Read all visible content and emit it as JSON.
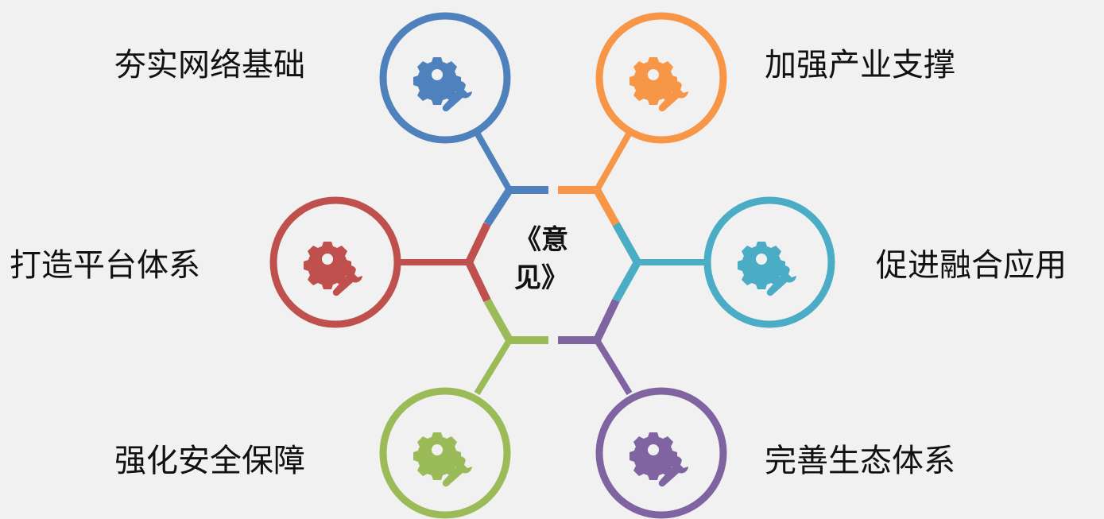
{
  "center": {
    "title": "《意见》"
  },
  "nodes": [
    {
      "id": "network",
      "label": "夯实网络基础",
      "color": "#4f81bd",
      "icon": "gear-wrench-icon"
    },
    {
      "id": "industry",
      "label": "加强产业支撑",
      "color": "#f79646",
      "icon": "gear-wrench-icon"
    },
    {
      "id": "platform",
      "label": "打造平台体系",
      "color": "#c0504d",
      "icon": "gear-wrench-icon"
    },
    {
      "id": "fusion",
      "label": "促进融合应用",
      "color": "#4bacc6",
      "icon": "gear-wrench-icon"
    },
    {
      "id": "security",
      "label": "强化安全保障",
      "color": "#9bbb59",
      "icon": "gear-wrench-icon"
    },
    {
      "id": "ecosystem",
      "label": "完善生态体系",
      "color": "#8064a2",
      "icon": "gear-wrench-icon"
    }
  ]
}
